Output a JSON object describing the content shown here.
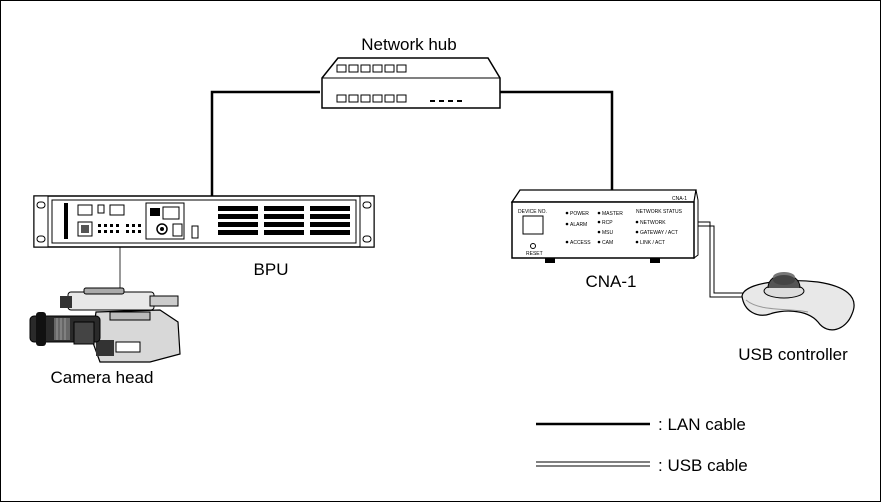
{
  "diagram": {
    "labels": {
      "hub": "Network hub",
      "bpu": "BPU",
      "cna": "CNA-1",
      "camera": "Camera head",
      "usb_controller": "USB controller"
    },
    "cna_panel": {
      "model": "CNA-1",
      "device_no": "DEVICE NO.",
      "reset": "RESET",
      "col1": [
        "POWER",
        "ALARM",
        "ACCESS"
      ],
      "col2": [
        "MASTER",
        "RCP",
        "MSU",
        "CAM"
      ],
      "col3_header": "NETWORK STATUS",
      "col3": [
        "NETWORK",
        "GATEWAY / ACT",
        "LINK / ACT"
      ]
    },
    "legend": {
      "lan": ": LAN cable",
      "usb": ": USB cable"
    }
  }
}
